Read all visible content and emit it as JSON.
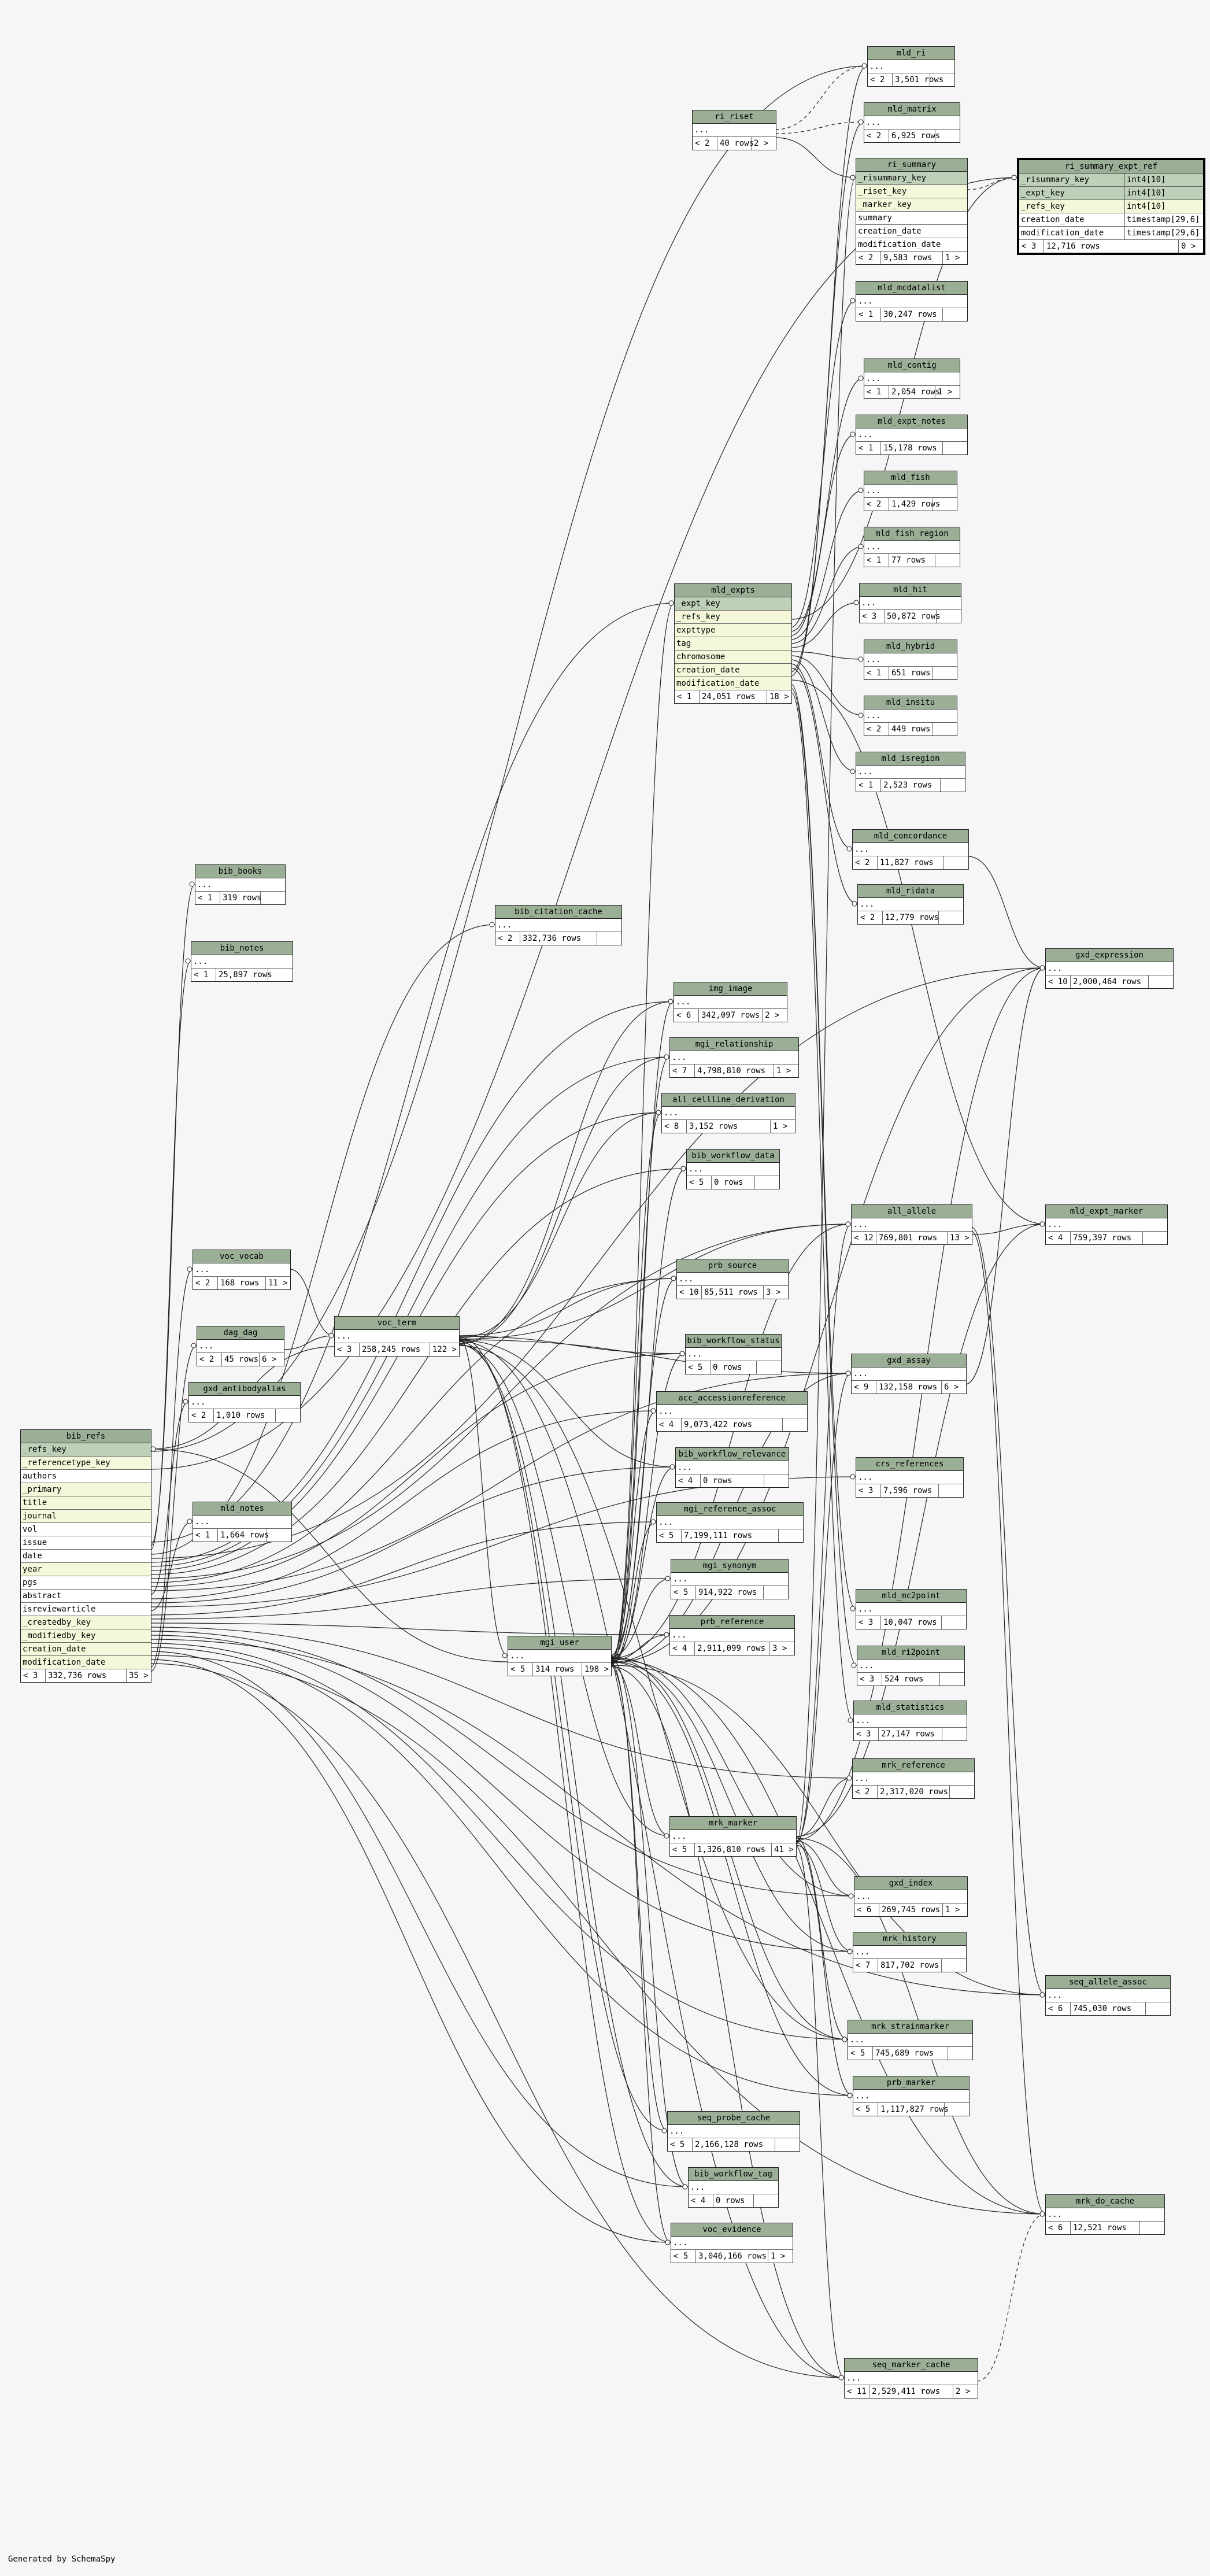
{
  "footer": "Generated by SchemaSpy",
  "tables": [
    {
      "id": "mld_ri",
      "label": "mld_ri",
      "rows": [
        {
          "t": "..."
        }
      ],
      "foot": [
        "< 2",
        "3,501 rows",
        ""
      ]
    },
    {
      "id": "mld_matrix",
      "label": "mld_matrix",
      "rows": [
        {
          "t": "..."
        }
      ],
      "foot": [
        "< 2",
        "6,925 rows",
        ""
      ]
    },
    {
      "id": "ri_riset",
      "label": "ri_riset",
      "rows": [
        {
          "t": "..."
        }
      ],
      "foot": [
        "< 2",
        "40 rows",
        "2 >"
      ]
    },
    {
      "id": "ri_summary",
      "label": "ri_summary",
      "rows": [
        {
          "t": "_risummary_key",
          "k": "pk"
        },
        {
          "t": "_riset_key",
          "k": "fk"
        },
        {
          "t": "_marker_key",
          "k": "fk"
        },
        {
          "t": "summary"
        },
        {
          "t": "creation_date"
        },
        {
          "t": "modification_date"
        }
      ],
      "foot": [
        "< 2",
        "9,583 rows",
        "1 >"
      ]
    },
    {
      "id": "ri_summary_expt_ref",
      "label": "ri_summary_expt_ref",
      "focus": true,
      "rows": [
        {
          "t": "_risummary_key",
          "ty": "int4[10]",
          "k": "pk"
        },
        {
          "t": "_expt_key",
          "ty": "int4[10]",
          "k": "pk"
        },
        {
          "t": "_refs_key",
          "ty": "int4[10]",
          "k": "fk"
        },
        {
          "t": "creation_date",
          "ty": "timestamp[29,6]"
        },
        {
          "t": "modification_date",
          "ty": "timestamp[29,6]"
        }
      ],
      "foot": [
        "< 3",
        "12,716 rows",
        "0 >"
      ]
    },
    {
      "id": "mld_mcdatalist",
      "label": "mld_mcdatalist",
      "rows": [
        {
          "t": "..."
        }
      ],
      "foot": [
        "< 1",
        "30,247 rows",
        ""
      ]
    },
    {
      "id": "mld_contig",
      "label": "mld_contig",
      "rows": [
        {
          "t": "..."
        }
      ],
      "foot": [
        "< 1",
        "2,054 rows",
        "1 >"
      ]
    },
    {
      "id": "mld_expt_notes",
      "label": "mld_expt_notes",
      "rows": [
        {
          "t": "..."
        }
      ],
      "foot": [
        "< 1",
        "15,178 rows",
        ""
      ]
    },
    {
      "id": "mld_fish",
      "label": "mld_fish",
      "rows": [
        {
          "t": "..."
        }
      ],
      "foot": [
        "< 2",
        "1,429 rows",
        ""
      ]
    },
    {
      "id": "mld_fish_region",
      "label": "mld_fish_region",
      "rows": [
        {
          "t": "..."
        }
      ],
      "foot": [
        "< 1",
        "77 rows",
        ""
      ]
    },
    {
      "id": "mld_expts",
      "label": "mld_expts",
      "rows": [
        {
          "t": "_expt_key",
          "k": "pk"
        },
        {
          "t": "_refs_key",
          "k": "fk"
        },
        {
          "t": "expttype",
          "k": "fk"
        },
        {
          "t": "tag",
          "k": "fk"
        },
        {
          "t": "chromosome",
          "k": "fk"
        },
        {
          "t": "creation_date",
          "k": "fk"
        },
        {
          "t": "modification_date",
          "k": "fk"
        }
      ],
      "foot": [
        "< 1",
        "24,051 rows",
        "18 >"
      ]
    },
    {
      "id": "mld_hit",
      "label": "mld_hit",
      "rows": [
        {
          "t": "..."
        }
      ],
      "foot": [
        "< 3",
        "50,872 rows",
        ""
      ]
    },
    {
      "id": "mld_hybrid",
      "label": "mld_hybrid",
      "rows": [
        {
          "t": "..."
        }
      ],
      "foot": [
        "< 1",
        "651 rows",
        ""
      ]
    },
    {
      "id": "mld_insitu",
      "label": "mld_insitu",
      "rows": [
        {
          "t": "..."
        }
      ],
      "foot": [
        "< 2",
        "449 rows",
        ""
      ]
    },
    {
      "id": "mld_isregion",
      "label": "mld_isregion",
      "rows": [
        {
          "t": "..."
        }
      ],
      "foot": [
        "< 1",
        "2,523 rows",
        ""
      ]
    },
    {
      "id": "mld_concordance",
      "label": "mld_concordance",
      "rows": [
        {
          "t": "..."
        }
      ],
      "foot": [
        "< 2",
        "11,827 rows",
        ""
      ]
    },
    {
      "id": "mld_ridata",
      "label": "mld_ridata",
      "rows": [
        {
          "t": "..."
        }
      ],
      "foot": [
        "< 2",
        "12,779 rows",
        ""
      ]
    },
    {
      "id": "bib_books",
      "label": "bib_books",
      "rows": [
        {
          "t": "..."
        }
      ],
      "foot": [
        "< 1",
        "319 rows",
        ""
      ]
    },
    {
      "id": "bib_notes",
      "label": "bib_notes",
      "rows": [
        {
          "t": "..."
        }
      ],
      "foot": [
        "< 1",
        "25,897 rows",
        ""
      ]
    },
    {
      "id": "bib_citation_cache",
      "label": "bib_citation_cache",
      "rows": [
        {
          "t": "..."
        }
      ],
      "foot": [
        "< 2",
        "332,736 rows",
        ""
      ]
    },
    {
      "id": "gxd_expression",
      "label": "gxd_expression",
      "rows": [
        {
          "t": "..."
        }
      ],
      "foot": [
        "< 10",
        "2,000,464 rows",
        ""
      ]
    },
    {
      "id": "img_image",
      "label": "img_image",
      "rows": [
        {
          "t": "..."
        }
      ],
      "foot": [
        "< 6",
        "342,097 rows",
        "2 >"
      ]
    },
    {
      "id": "mgi_relationship",
      "label": "mgi_relationship",
      "rows": [
        {
          "t": "..."
        }
      ],
      "foot": [
        "< 7",
        "4,798,810 rows",
        "1 >"
      ]
    },
    {
      "id": "all_cellline_derivation",
      "label": "all_cellline_derivation",
      "rows": [
        {
          "t": "..."
        }
      ],
      "foot": [
        "< 8",
        "3,152 rows",
        "1 >"
      ]
    },
    {
      "id": "bib_workflow_data",
      "label": "bib_workflow_data",
      "rows": [
        {
          "t": "..."
        }
      ],
      "foot": [
        "< 5",
        "0 rows",
        ""
      ]
    },
    {
      "id": "all_allele",
      "label": "all_allele",
      "rows": [
        {
          "t": "..."
        }
      ],
      "foot": [
        "< 12",
        "769,801 rows",
        "13 >"
      ]
    },
    {
      "id": "mld_expt_marker",
      "label": "mld_expt_marker",
      "rows": [
        {
          "t": "..."
        }
      ],
      "foot": [
        "< 4",
        "759,397 rows",
        ""
      ]
    },
    {
      "id": "voc_vocab",
      "label": "voc_vocab",
      "rows": [
        {
          "t": "..."
        }
      ],
      "foot": [
        "< 2",
        "168 rows",
        "11 >"
      ]
    },
    {
      "id": "prb_source",
      "label": "prb_source",
      "rows": [
        {
          "t": "..."
        }
      ],
      "foot": [
        "< 10",
        "85,511 rows",
        "3 >"
      ]
    },
    {
      "id": "dag_dag",
      "label": "dag_dag",
      "rows": [
        {
          "t": "..."
        }
      ],
      "foot": [
        "< 2",
        "45 rows",
        "6 >"
      ]
    },
    {
      "id": "voc_term",
      "label": "voc_term",
      "rows": [
        {
          "t": "..."
        }
      ],
      "foot": [
        "< 3",
        "258,245 rows",
        "122 >"
      ]
    },
    {
      "id": "bib_workflow_status",
      "label": "bib_workflow_status",
      "rows": [
        {
          "t": "..."
        }
      ],
      "foot": [
        "< 5",
        "0 rows",
        ""
      ]
    },
    {
      "id": "gxd_assay",
      "label": "gxd_assay",
      "rows": [
        {
          "t": "..."
        }
      ],
      "foot": [
        "< 9",
        "132,158 rows",
        "6 >"
      ]
    },
    {
      "id": "gxd_antibodyalias",
      "label": "gxd_antibodyalias",
      "rows": [
        {
          "t": "..."
        }
      ],
      "foot": [
        "< 2",
        "1,010 rows",
        ""
      ]
    },
    {
      "id": "acc_accessionreference",
      "label": "acc_accessionreference",
      "rows": [
        {
          "t": "..."
        }
      ],
      "foot": [
        "< 4",
        "9,073,422 rows",
        ""
      ]
    },
    {
      "id": "bib_refs",
      "label": "bib_refs",
      "rows": [
        {
          "t": "_refs_key",
          "k": "pk"
        },
        {
          "t": "_referencetype_key",
          "k": "fk"
        },
        {
          "t": "authors"
        },
        {
          "t": "_primary",
          "k": "fk"
        },
        {
          "t": "title",
          "k": "fk"
        },
        {
          "t": "journal",
          "k": "fk"
        },
        {
          "t": "vol"
        },
        {
          "t": "issue"
        },
        {
          "t": "date"
        },
        {
          "t": "year",
          "k": "fk"
        },
        {
          "t": "pgs"
        },
        {
          "t": "abstract"
        },
        {
          "t": "isreviewarticle"
        },
        {
          "t": "_createdby_key",
          "k": "fk"
        },
        {
          "t": "_modifiedby_key",
          "k": "fk"
        },
        {
          "t": "creation_date",
          "k": "fk"
        },
        {
          "t": "modification_date",
          "k": "fk"
        }
      ],
      "foot": [
        "< 3",
        "332,736 rows",
        "35 >"
      ]
    },
    {
      "id": "bib_workflow_relevance",
      "label": "bib_workflow_relevance",
      "rows": [
        {
          "t": "..."
        }
      ],
      "foot": [
        "< 4",
        "0 rows",
        ""
      ]
    },
    {
      "id": "crs_references",
      "label": "crs_references",
      "rows": [
        {
          "t": "..."
        }
      ],
      "foot": [
        "< 3",
        "7,596 rows",
        ""
      ]
    },
    {
      "id": "mld_notes",
      "label": "mld_notes",
      "rows": [
        {
          "t": "..."
        }
      ],
      "foot": [
        "< 1",
        "1,664 rows",
        ""
      ]
    },
    {
      "id": "mgi_reference_assoc",
      "label": "mgi_reference_assoc",
      "rows": [
        {
          "t": "..."
        }
      ],
      "foot": [
        "< 5",
        "7,199,111 rows",
        ""
      ]
    },
    {
      "id": "mgi_synonym",
      "label": "mgi_synonym",
      "rows": [
        {
          "t": "..."
        }
      ],
      "foot": [
        "< 5",
        "914,922 rows",
        ""
      ]
    },
    {
      "id": "mld_mc2point",
      "label": "mld_mc2point",
      "rows": [
        {
          "t": "..."
        }
      ],
      "foot": [
        "< 3",
        "10,047 rows",
        ""
      ]
    },
    {
      "id": "prb_reference",
      "label": "prb_reference",
      "rows": [
        {
          "t": "..."
        }
      ],
      "foot": [
        "< 4",
        "2,911,099 rows",
        "3 >"
      ]
    },
    {
      "id": "mgi_user",
      "label": "mgi_user",
      "rows": [
        {
          "t": "..."
        }
      ],
      "foot": [
        "< 5",
        "314 rows",
        "198 >"
      ]
    },
    {
      "id": "mld_ri2point",
      "label": "mld_ri2point",
      "rows": [
        {
          "t": "..."
        }
      ],
      "foot": [
        "< 3",
        "524 rows",
        ""
      ]
    },
    {
      "id": "mld_statistics",
      "label": "mld_statistics",
      "rows": [
        {
          "t": "..."
        }
      ],
      "foot": [
        "< 3",
        "27,147 rows",
        ""
      ]
    },
    {
      "id": "mrk_reference",
      "label": "mrk_reference",
      "rows": [
        {
          "t": "..."
        }
      ],
      "foot": [
        "< 2",
        "2,317,020 rows",
        ""
      ]
    },
    {
      "id": "mrk_marker",
      "label": "mrk_marker",
      "rows": [
        {
          "t": "..."
        }
      ],
      "foot": [
        "< 5",
        "1,326,810 rows",
        "41 >"
      ]
    },
    {
      "id": "gxd_index",
      "label": "gxd_index",
      "rows": [
        {
          "t": "..."
        }
      ],
      "foot": [
        "< 6",
        "269,745 rows",
        "1 >"
      ]
    },
    {
      "id": "mrk_history",
      "label": "mrk_history",
      "rows": [
        {
          "t": "..."
        }
      ],
      "foot": [
        "< 7",
        "817,702 rows",
        ""
      ]
    },
    {
      "id": "seq_allele_assoc",
      "label": "seq_allele_assoc",
      "rows": [
        {
          "t": "..."
        }
      ],
      "foot": [
        "< 6",
        "745,030 rows",
        ""
      ]
    },
    {
      "id": "mrk_strainmarker",
      "label": "mrk_strainmarker",
      "rows": [
        {
          "t": "..."
        }
      ],
      "foot": [
        "< 5",
        "745,689 rows",
        ""
      ]
    },
    {
      "id": "prb_marker",
      "label": "prb_marker",
      "rows": [
        {
          "t": "..."
        }
      ],
      "foot": [
        "< 5",
        "1,117,827 rows",
        ""
      ]
    },
    {
      "id": "seq_probe_cache",
      "label": "seq_probe_cache",
      "rows": [
        {
          "t": "..."
        }
      ],
      "foot": [
        "< 5",
        "2,166,128 rows",
        ""
      ]
    },
    {
      "id": "bib_workflow_tag",
      "label": "bib_workflow_tag",
      "rows": [
        {
          "t": "..."
        }
      ],
      "foot": [
        "< 4",
        "0 rows",
        ""
      ]
    },
    {
      "id": "mrk_do_cache",
      "label": "mrk_do_cache",
      "rows": [
        {
          "t": "..."
        }
      ],
      "foot": [
        "< 6",
        "12,521 rows",
        ""
      ]
    },
    {
      "id": "voc_evidence",
      "label": "voc_evidence",
      "rows": [
        {
          "t": "..."
        }
      ],
      "foot": [
        "< 5",
        "3,046,166 rows",
        "1 >"
      ]
    },
    {
      "id": "seq_marker_cache",
      "label": "seq_marker_cache",
      "rows": [
        {
          "t": "..."
        }
      ],
      "foot": [
        "< 11",
        "2,529,411 rows",
        "2 >"
      ]
    }
  ]
}
